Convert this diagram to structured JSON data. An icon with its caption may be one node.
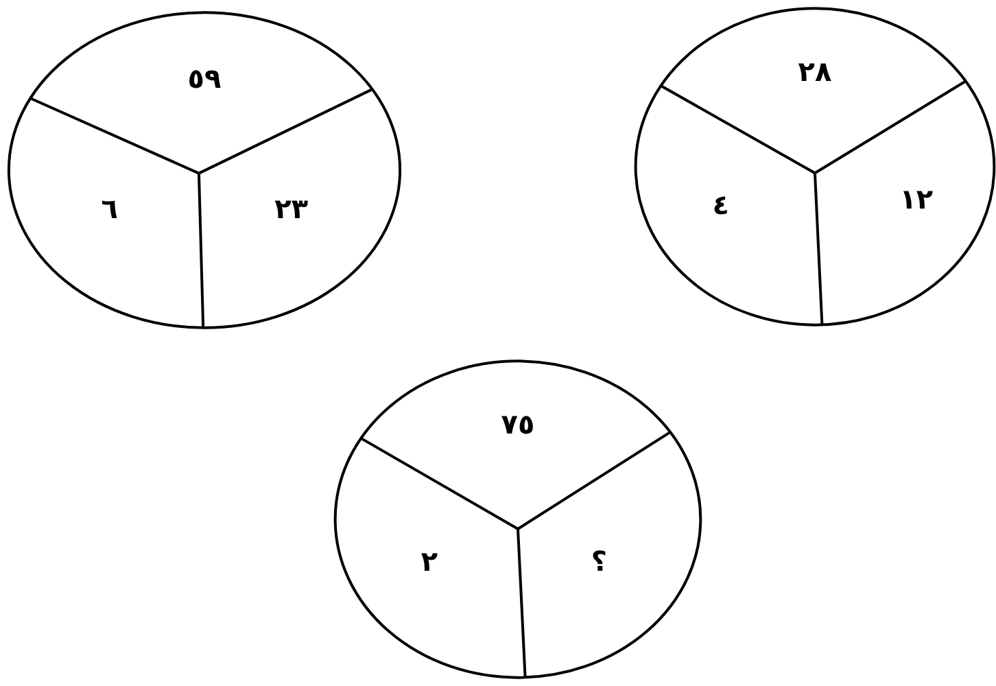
{
  "diagram": {
    "nodes": [
      {
        "text": [],
        "shape": "circle"
      },
      {
        "text": [
          "٥٩"
        ],
        "in": 0
      },
      {
        "text": [
          "٦"
        ],
        "in": 0
      },
      {
        "text": [
          "٢٣"
        ],
        "in": 0
      },
      {
        "text": [],
        "shape": "circle"
      },
      {
        "text": [
          "٢٨"
        ],
        "in": 4
      },
      {
        "text": [
          "٤"
        ],
        "in": 4
      },
      {
        "text": [
          "١٢"
        ],
        "in": 4
      },
      {
        "text": [],
        "shape": "circle"
      },
      {
        "text": [
          "٧٥"
        ],
        "in": 8
      },
      {
        "text": [
          "٢"
        ],
        "in": 8
      },
      {
        "text": [
          "؟"
        ],
        "in": 8
      }
    ]
  }
}
